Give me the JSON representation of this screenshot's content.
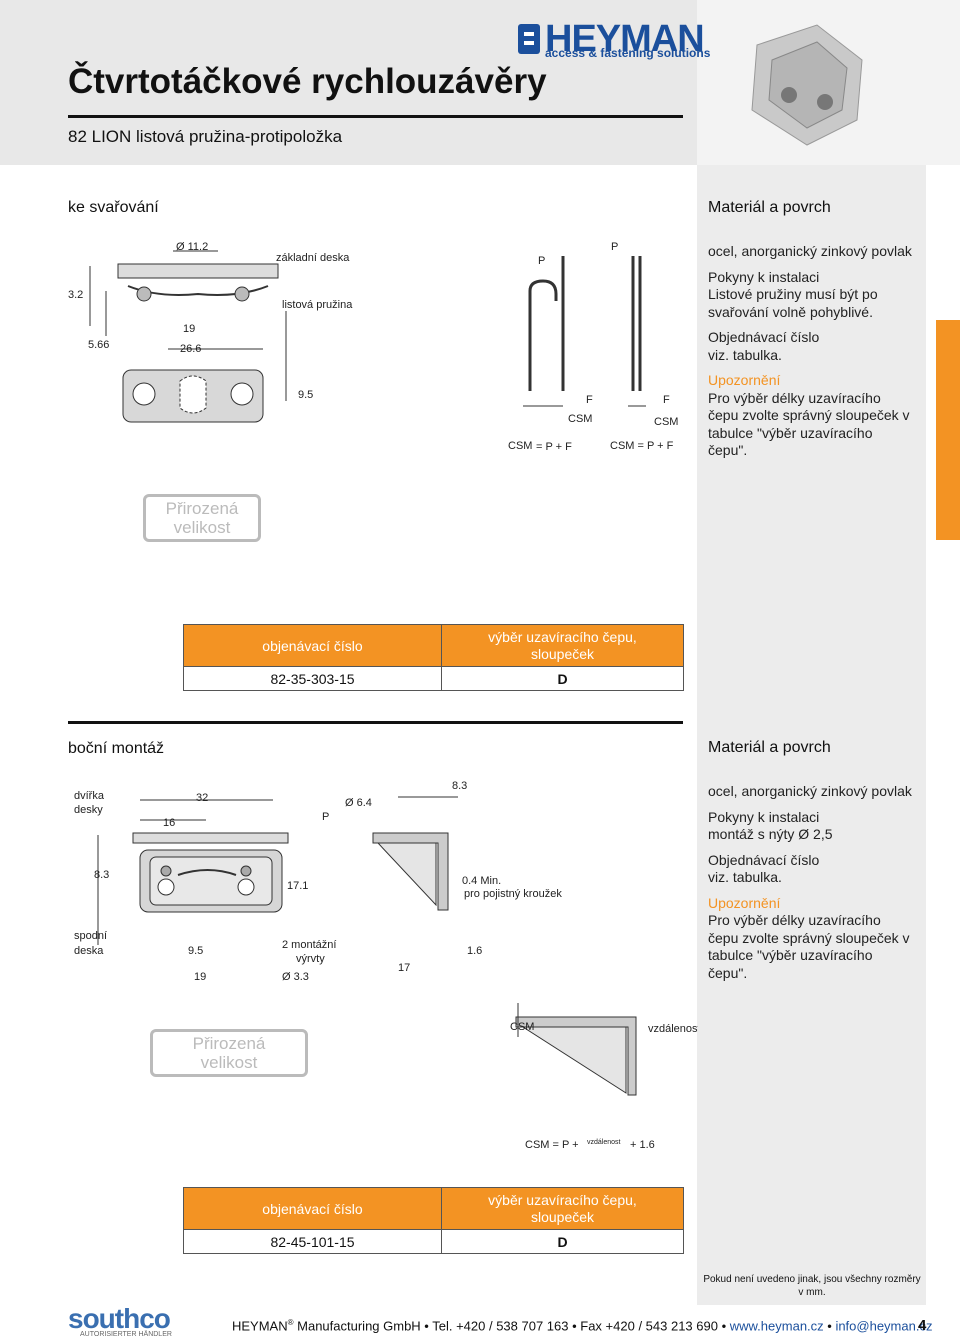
{
  "header": {
    "title": "Čtvrtotáčkové rychlouzávěry",
    "subtitle": "82 LION listová pružina-protipoložka",
    "brand": "HEYMAN",
    "brand_tagline": "access & fastening solutions"
  },
  "section1": {
    "title": "ke svařování",
    "material_title": "Materiál a povrch",
    "material_text": "ocel, anorganický zinkový povlak",
    "install_title": "Pokyny k instalaci",
    "install_text": "Listové pružiny musí být po svařování volně pohyblivé.",
    "order_title": "Objednávací číslo",
    "order_text": "viz. tabulka.",
    "warning_title": "Upozornění",
    "warning_text": "Pro výběr délky uzavíracího čepu zvolte správný sloupeček v tabulce \"výběr uzavíracího čepu\".",
    "stamp_line1": "Přirozená",
    "stamp_line2": "velikost",
    "drawing_labels": {
      "d112": "Ø 11.2",
      "base": "základní deska",
      "spring": "listová pružina",
      "d32": "3.2",
      "d566": "5.66",
      "d19": "19",
      "d266": "26.6",
      "d95": "9.5",
      "p1": "P",
      "p2": "P",
      "f1": "F",
      "f2": "F",
      "csm1": "CSM",
      "csm2": "CSM",
      "formula1a": "CSM",
      "formula1b": "= P + F",
      "formula2": "CSM = P + F"
    },
    "table": {
      "h1": "objenávací číslo",
      "h2a": "výběr uzavíracího čepu,",
      "h2b": "sloupeček",
      "part": "82-35-303-15",
      "col": "D"
    }
  },
  "section2": {
    "title": "boční montáž",
    "material_title": "Materiál a povrch",
    "material_text": "ocel, anorganický zinkový povlak",
    "install_title": "Pokyny k instalaci",
    "install_text": "montáž s nýty Ø 2,5",
    "order_title": "Objednávací číslo",
    "order_text": "viz. tabulka.",
    "warning_title": "Upozornění",
    "warning_text": "Pro výběr délky uzavíracího čepu zvolte správný sloupeček v tabulce \"výběr uzavíracího čepu\".",
    "stamp_line1": "Přirozená",
    "stamp_line2": "velikost",
    "drawing_labels": {
      "door1": "dvířka",
      "door2": "desky",
      "d32": "32",
      "d16": "16",
      "p": "P",
      "d64": "Ø 6.4",
      "d83a": "8.3",
      "d83b": "8.3",
      "d171": "17.1",
      "min1": "0.4 Min.",
      "min2": "pro pojistný kroužek",
      "bottom1": "spodní",
      "bottom2": "deska",
      "d95": "9.5",
      "holes1": "2 montážní",
      "holes2": "výrvty",
      "d19": "19",
      "d33": "Ø 3.3",
      "d17": "17",
      "d16b": "1.6",
      "csm": "CSM",
      "dist": "vzdálenost",
      "formula_a": "CSM = P +",
      "formula_b": "vzdálenost",
      "formula_c": "+ 1.6"
    },
    "table": {
      "h1": "objenávací číslo",
      "h2a": "výběr uzavíracího čepu,",
      "h2b": "sloupeček",
      "part": "82-45-101-15",
      "col": "D"
    }
  },
  "footer": {
    "note": "Pokud není uvedeno jinak, jsou všechny rozměry v mm.",
    "company": "HEYMAN",
    "reg": "®",
    "line": " Manufacturing GmbH • Tel. +420 / 538 707 163 • Fax +420 / 543 213 690 • ",
    "web": "www.heyman.cz",
    "sep": " • ",
    "email": "info@heyman.cz",
    "page": "4",
    "partner": "southco",
    "partner_sub": "AUTORISIERTER HÄNDLER"
  },
  "colors": {
    "accent": "#f39323",
    "brand": "#1b4f9c"
  }
}
